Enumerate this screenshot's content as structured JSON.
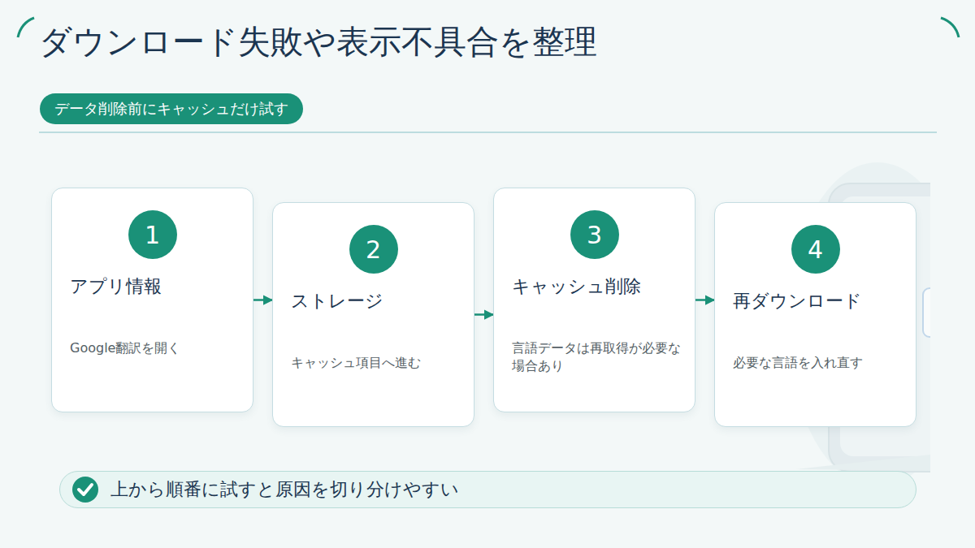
{
  "diagram": {
    "title": "ダウンロード失敗や表示不具合を整理",
    "nodes": [
      {
        "text": [
          "データ削除前にキャッシュだけ試す"
        ]
      },
      {
        "text": [
          "アプリ情報",
          "Google翻訳を開く"
        ]
      },
      {
        "text": [
          "1"
        ],
        "in": 1
      },
      {
        "text": [
          "ストレージ",
          "キャッシュ項目へ進む"
        ]
      },
      {
        "text": [
          "2"
        ],
        "in": 3
      },
      {
        "text": [
          "キャッシュ削除",
          "言語データは再取得が必要な場合あり"
        ]
      },
      {
        "text": [
          "3"
        ],
        "in": 5
      },
      {
        "text": [
          "再ダウンロード",
          "必要な言語を入れ直す"
        ]
      },
      {
        "text": [
          "4"
        ],
        "in": 7
      },
      {
        "text": [
          "上から順番に試すと原因を切り分けやすい"
        ]
      }
    ],
    "edges": [
      {
        "from": 1,
        "to": 3,
        "arrow": "to"
      },
      {
        "from": 3,
        "to": 5,
        "arrow": "to"
      },
      {
        "from": 5,
        "to": 7,
        "arrow": "to"
      }
    ]
  }
}
